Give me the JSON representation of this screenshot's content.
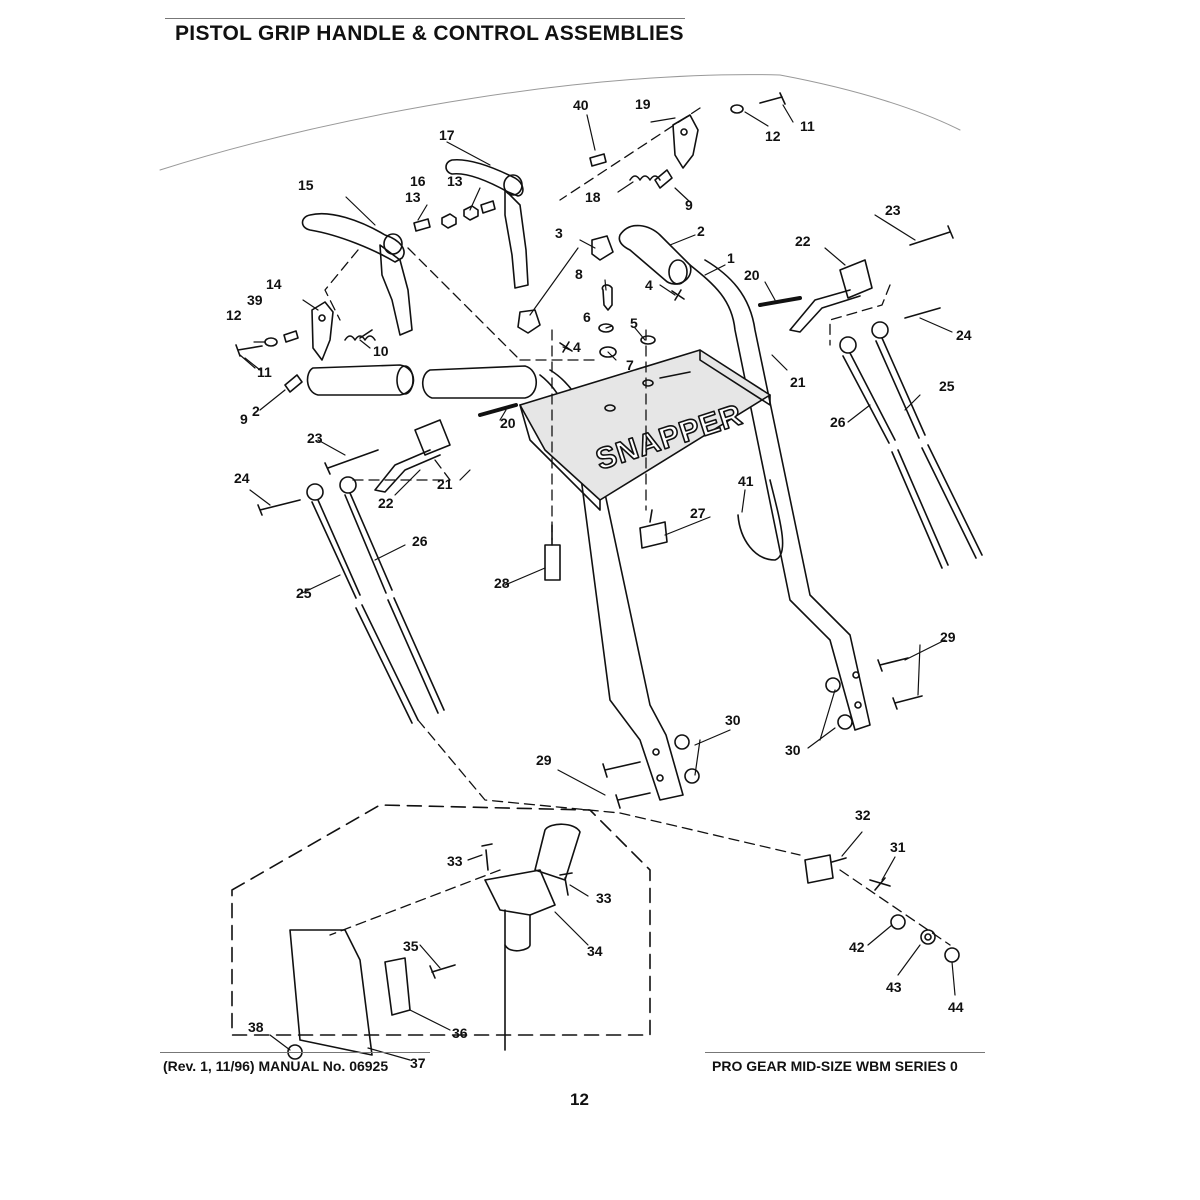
{
  "header": {
    "title": "PISTOL GRIP HANDLE & CONTROL ASSEMBLIES"
  },
  "footer": {
    "revision": "(Rev. 1, 11/96) MANUAL No. 06925",
    "series": "PRO GEAR MID-SIZE WBM SERIES 0",
    "page_number": "12"
  },
  "diagram": {
    "brand_label": "SNAPPER",
    "callouts": {
      "c1": "1",
      "c2a": "2",
      "c2b": "2",
      "c3": "3",
      "c4a": "4",
      "c4b": "4",
      "c5": "5",
      "c6": "6",
      "c7": "7",
      "c8": "8",
      "c9a": "9",
      "c9b": "9",
      "c10": "10",
      "c11a": "11",
      "c11b": "11",
      "c12a": "12",
      "c12b": "12",
      "c13a": "13",
      "c13b": "13",
      "c14": "14",
      "c15": "15",
      "c16": "16",
      "c17": "17",
      "c18": "18",
      "c19": "19",
      "c20a": "20",
      "c20b": "20",
      "c21a": "21",
      "c21b": "21",
      "c22a": "22",
      "c22b": "22",
      "c23a": "23",
      "c23b": "23",
      "c24a": "24",
      "c24b": "24",
      "c25a": "25",
      "c25b": "25",
      "c26a": "26",
      "c26b": "26",
      "c27": "27",
      "c28": "28",
      "c29a": "29",
      "c29b": "29",
      "c30a": "30",
      "c30b": "30",
      "c31": "31",
      "c32": "32",
      "c33a": "33",
      "c33b": "33",
      "c34": "34",
      "c35": "35",
      "c36": "36",
      "c37": "37",
      "c38": "38",
      "c39": "39",
      "c40": "40",
      "c41": "41",
      "c42": "42",
      "c43": "43",
      "c44": "44"
    }
  },
  "colors": {
    "ink": "#111111",
    "paper": "#ffffff",
    "panel_fill": "#e6e6e6"
  }
}
